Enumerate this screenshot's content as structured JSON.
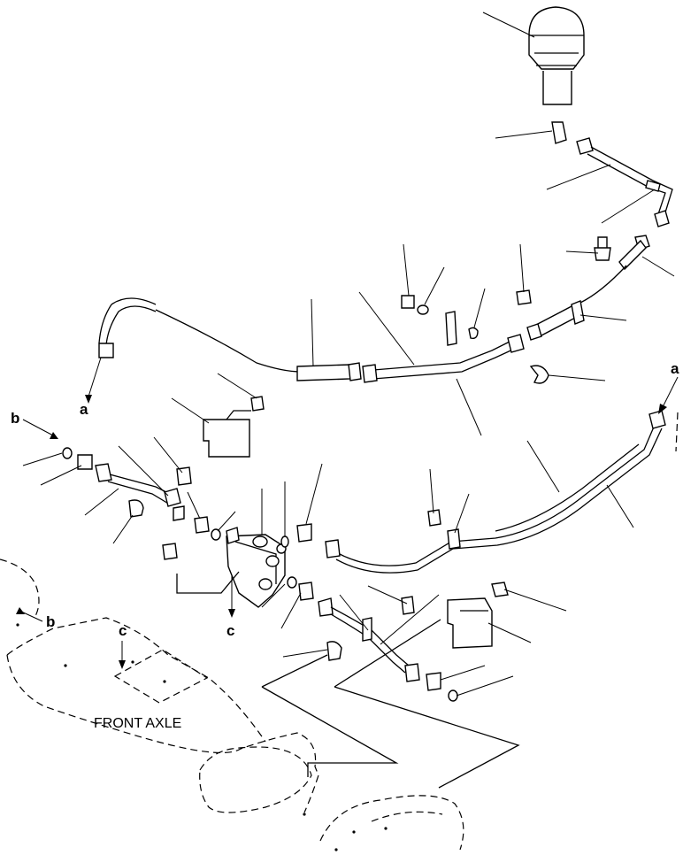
{
  "diagram": {
    "labels": {
      "a_top_right": "a",
      "a_left": "a",
      "b_left": "b",
      "b_lower": "b",
      "c_center": "c",
      "c_axle": "c"
    },
    "front_axle_label": "FRONT AXLE"
  }
}
